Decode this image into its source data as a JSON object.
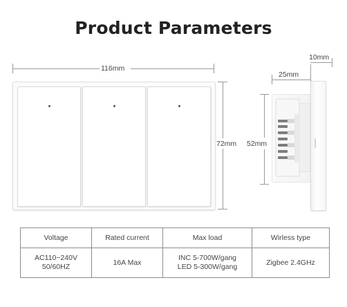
{
  "title": "Product Parameters",
  "dimensions": {
    "width": "116mm",
    "height_front": "72mm",
    "height_body": "52mm",
    "depth": "25mm",
    "plate_thickness": "10mm"
  },
  "table": {
    "headers": [
      "Voltage",
      "Rated current",
      "Max load",
      "Wirless type"
    ],
    "rows": [
      {
        "voltage": [
          "AC110~240V",
          "50/60HZ"
        ],
        "rated_current": "16A Max",
        "max_load": [
          "INC 5-700W/gang",
          "LED 5-300W/gang"
        ],
        "wireless_type": "Zigbee 2.4GHz"
      }
    ]
  }
}
